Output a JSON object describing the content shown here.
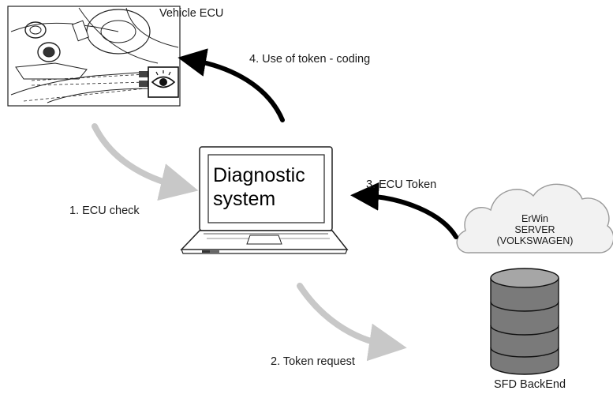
{
  "diagram": {
    "nodes": {
      "vehicle_ecu": {
        "label": "Vehicle ECU"
      },
      "diagnostic_system": {
        "line1": "Diagnostic",
        "line2": "system"
      },
      "server": {
        "line1": "ErWin",
        "line2": "SERVER",
        "line3": "(VOLKSWAGEN)"
      },
      "backend": {
        "label": "SFD BackEnd"
      }
    },
    "steps": [
      {
        "label": "1. ECU check"
      },
      {
        "label": "2. Token request"
      },
      {
        "label": "3. ECU Token"
      },
      {
        "label": "4. Use of token - coding"
      }
    ],
    "colors": {
      "light_arrow": "#c8c8c8",
      "dark_arrow": "#000000",
      "cloud_fill": "#f2f2f2",
      "cloud_stroke": "#9a9a9a",
      "database_fill": "#7a7a7a",
      "database_top": "#a6a6a6"
    },
    "icons": [
      "car-dashboard-illustration",
      "eye-icon",
      "laptop-icon",
      "cloud-icon",
      "database-icon"
    ]
  }
}
